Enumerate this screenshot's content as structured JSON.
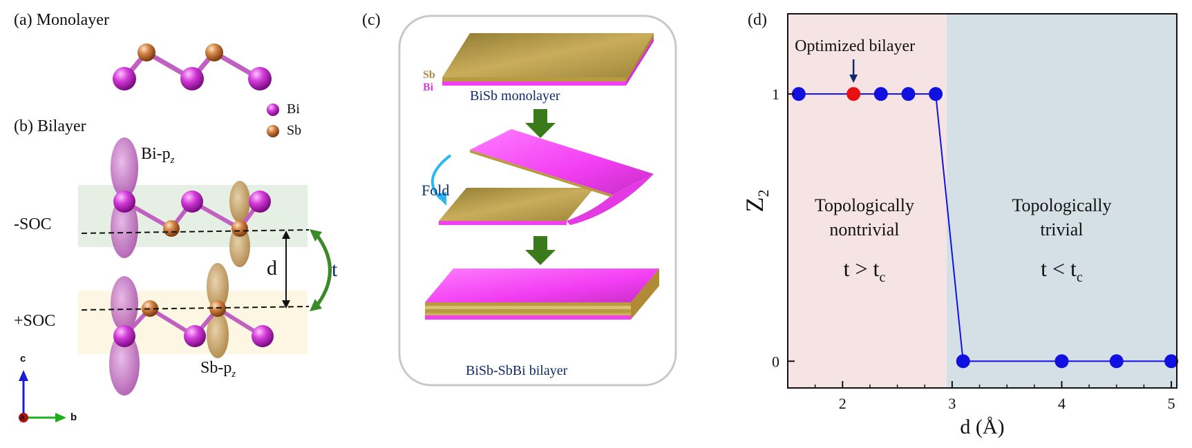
{
  "panel_a": {
    "label": "(a) Monolayer"
  },
  "panel_b": {
    "label": "(b) Bilayer",
    "legend": [
      {
        "name": "Bi",
        "color": "#c020c8"
      },
      {
        "name": "Sb",
        "color": "#c8702c"
      }
    ],
    "orbital_top": "Bi-p",
    "orbital_top_sub": "z",
    "orbital_bottom": "Sb-p",
    "orbital_bottom_sub": "z",
    "minus_soc": "-SOC",
    "plus_soc": "+SOC",
    "d_label": "d",
    "t_label": "t",
    "axes": {
      "c": "c",
      "a": "a",
      "b": "b"
    }
  },
  "panel_c": {
    "label": "(c)",
    "sb": "Sb",
    "bi": "Bi",
    "monolayer_caption": "BiSb monolayer",
    "fold": "Fold",
    "bilayer_caption": "BiSb-SbBi bilayer"
  },
  "panel_d": {
    "label": "(d)"
  },
  "chart_data": {
    "type": "scatter",
    "xlabel": "d (Å)",
    "ylabel": "Z",
    "ylabel_sub": "2",
    "xlim": [
      1.5,
      5.05
    ],
    "ylim": [
      -0.1,
      1.3
    ],
    "xticks": [
      "2",
      "3",
      "4",
      "5"
    ],
    "yticks": [
      "0",
      "1"
    ],
    "series": [
      {
        "color": "#1010e0",
        "points": [
          {
            "x": 1.6,
            "y": 1
          },
          {
            "x": 2.1,
            "y": 1
          },
          {
            "x": 2.35,
            "y": 1
          },
          {
            "x": 2.6,
            "y": 1
          },
          {
            "x": 2.85,
            "y": 1
          },
          {
            "x": 3.1,
            "y": 0
          },
          {
            "x": 4.0,
            "y": 0
          },
          {
            "x": 4.5,
            "y": 0
          },
          {
            "x": 5.0,
            "y": 0
          }
        ]
      }
    ],
    "highlight": {
      "x": 2.1,
      "y": 1,
      "color": "#e81010"
    },
    "boundary_x": 2.95,
    "regions": [
      {
        "title": "Topologically",
        "title2": "nontrivial",
        "relation": "t > t",
        "relation_sub": "c",
        "color": "#f6e4e4"
      },
      {
        "title": "Topologically",
        "title2": "trivial",
        "relation": "t < t",
        "relation_sub": "c",
        "color": "#d5dfe6"
      }
    ],
    "annotation": "Optimized bilayer"
  }
}
